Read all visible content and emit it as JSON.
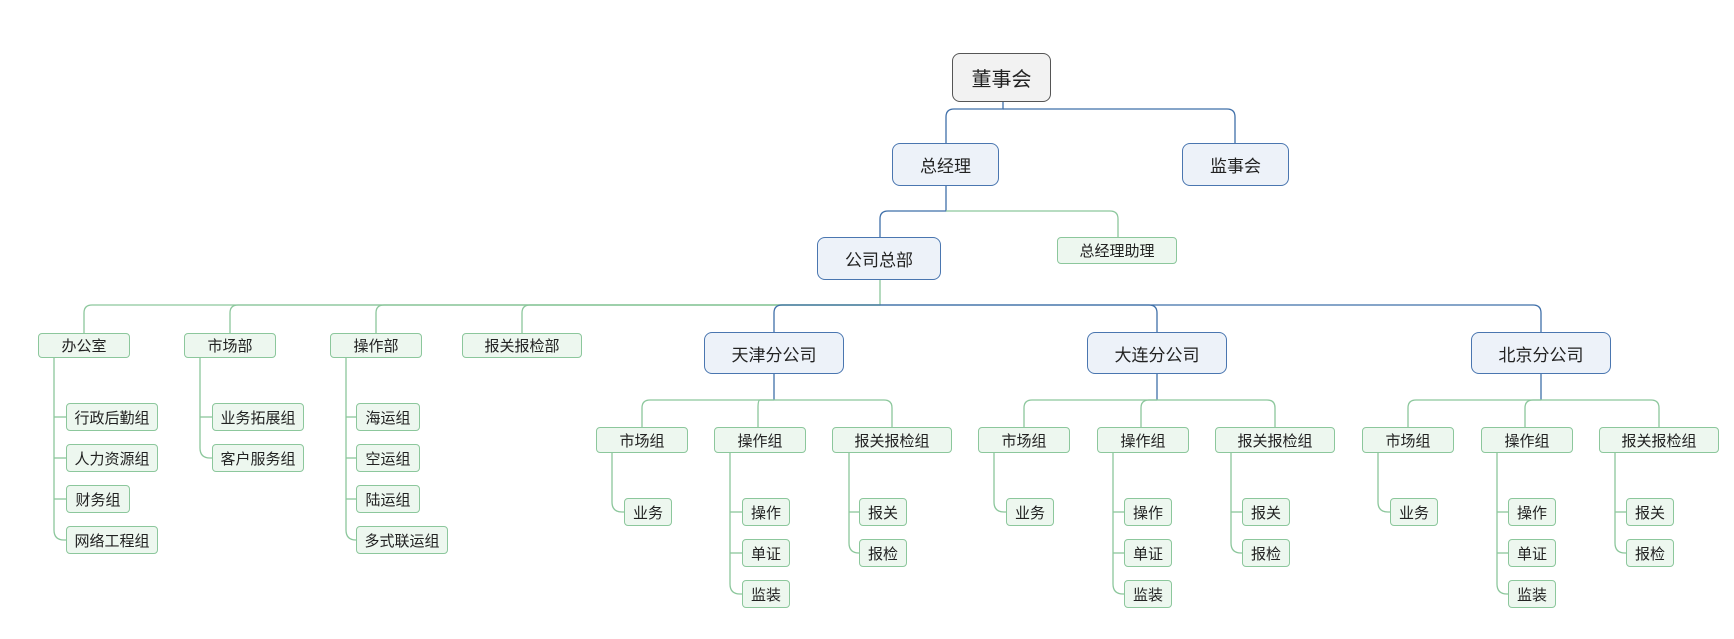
{
  "board": "董事会",
  "gm": "总经理",
  "supervisors": "监事会",
  "hq": "公司总部",
  "gm_assistant": "总经理助理",
  "office": {
    "label": "办公室",
    "items": [
      "行政后勤组",
      "人力资源组",
      "财务组",
      "网络工程组"
    ]
  },
  "marketing": {
    "label": "市场部",
    "items": [
      "业务拓展组",
      "客户服务组"
    ]
  },
  "operations": {
    "label": "操作部",
    "items": [
      "海运组",
      "空运组",
      "陆运组",
      "多式联运组"
    ]
  },
  "customs_dept": "报关报检部",
  "branches": [
    {
      "name": "天津分公司",
      "market": {
        "label": "市场组",
        "items": [
          "业务"
        ]
      },
      "ops": {
        "label": "操作组",
        "items": [
          "操作",
          "单证",
          "监装"
        ]
      },
      "customs": {
        "label": "报关报检组",
        "items": [
          "报关",
          "报检"
        ]
      }
    },
    {
      "name": "大连分公司",
      "market": {
        "label": "市场组",
        "items": [
          "业务"
        ]
      },
      "ops": {
        "label": "操作组",
        "items": [
          "操作",
          "单证",
          "监装"
        ]
      },
      "customs": {
        "label": "报关报检组",
        "items": [
          "报关",
          "报检"
        ]
      }
    },
    {
      "name": "北京分公司",
      "market": {
        "label": "市场组",
        "items": [
          "业务"
        ]
      },
      "ops": {
        "label": "操作组",
        "items": [
          "操作",
          "单证",
          "监装"
        ]
      },
      "customs": {
        "label": "报关报检组",
        "items": [
          "报关",
          "报检"
        ]
      }
    }
  ],
  "colors": {
    "root_fill": "#f2f2f2",
    "main_fill": "#edf2f9",
    "main_border": "#4a76b0",
    "sub_fill": "#edf7ef",
    "sub_border": "#8cc79c"
  }
}
